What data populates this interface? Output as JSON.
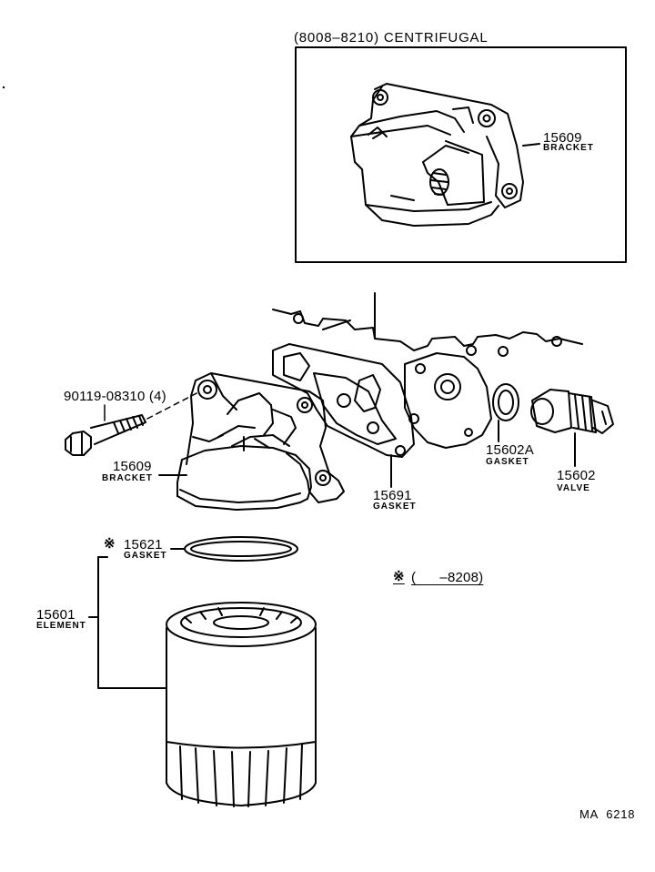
{
  "inset": {
    "title": "(8008–8210) CENTRIFUGAL",
    "part_number": "15609",
    "part_name": "BRACKET"
  },
  "parts": {
    "bolt": {
      "number": "90119-08310 (4)"
    },
    "bracket": {
      "number": "15609",
      "name": "BRACKET"
    },
    "gasket_main": {
      "number": "15691",
      "name": "GASKET"
    },
    "gasket_valve": {
      "number": "15602A",
      "name": "GASKET"
    },
    "valve": {
      "number": "15602",
      "name": "VALVE"
    },
    "gasket_element": {
      "mark": "※",
      "number": "15621",
      "name": "GASKET"
    },
    "element": {
      "number": "15601",
      "name": "ELEMENT"
    }
  },
  "note": {
    "mark": "※",
    "text": "(      –8208)"
  },
  "figure_code": "MA  6218"
}
